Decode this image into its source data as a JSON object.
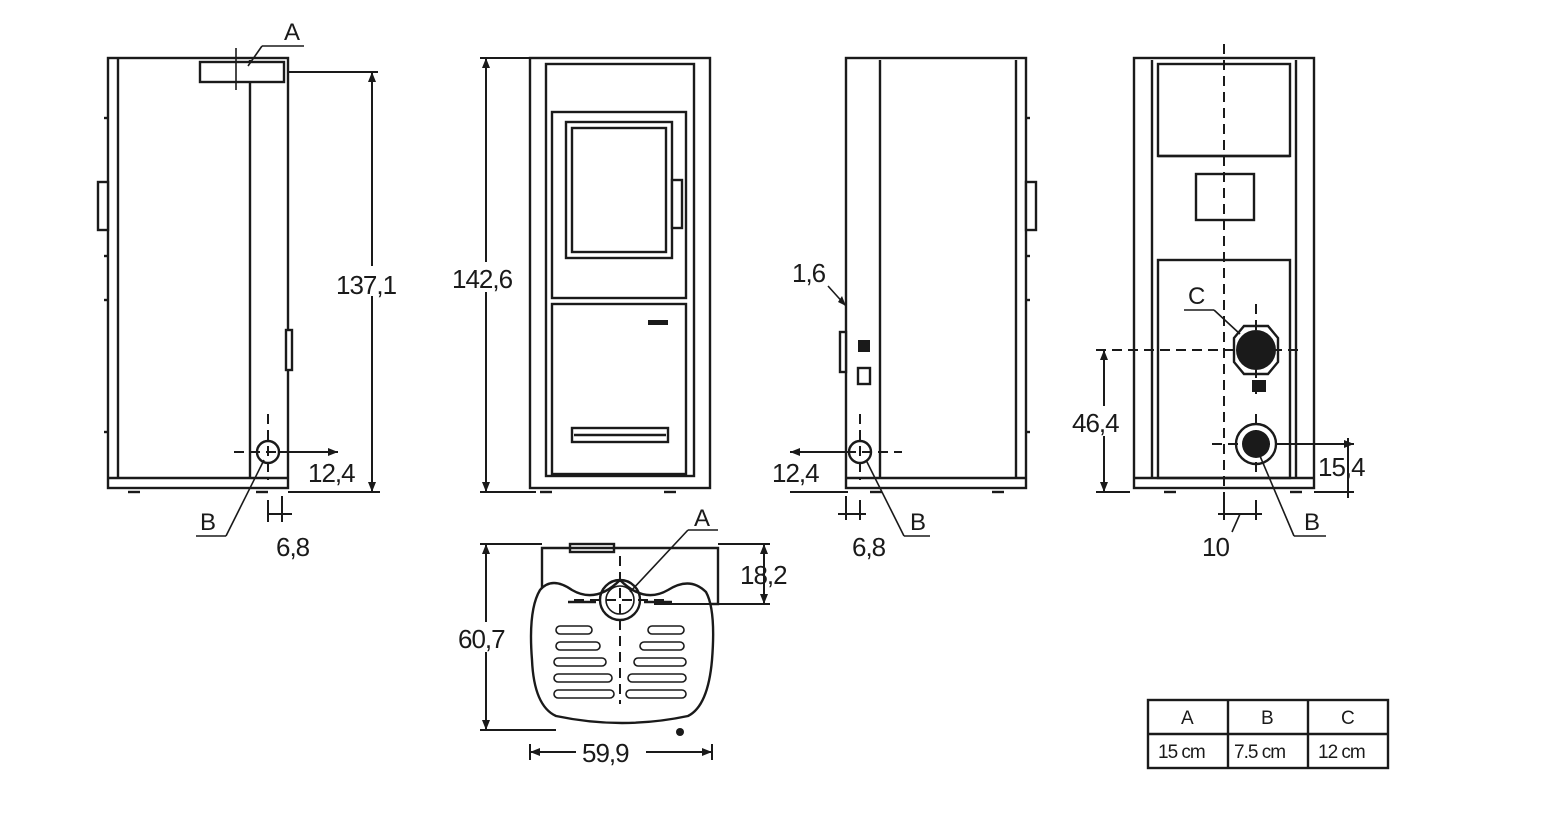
{
  "dimensions": {
    "left_height": "137,1",
    "left_offset": "12,4",
    "left_pipe": "6,8",
    "front_height": "142,6",
    "right_top": "1,6",
    "right_offset": "12,4",
    "right_pipe": "6,8",
    "rear_height": "46,4",
    "rear_offset": "15,4",
    "rear_bottom": "10",
    "top_depth": "60,7",
    "top_flue": "18,2",
    "top_width": "59,9"
  },
  "labels": {
    "a": "A",
    "b": "B",
    "c": "C"
  },
  "legend": {
    "headers": [
      "A",
      "B",
      "C"
    ],
    "values": [
      "15 cm",
      "7.5 cm",
      "12 cm"
    ]
  }
}
